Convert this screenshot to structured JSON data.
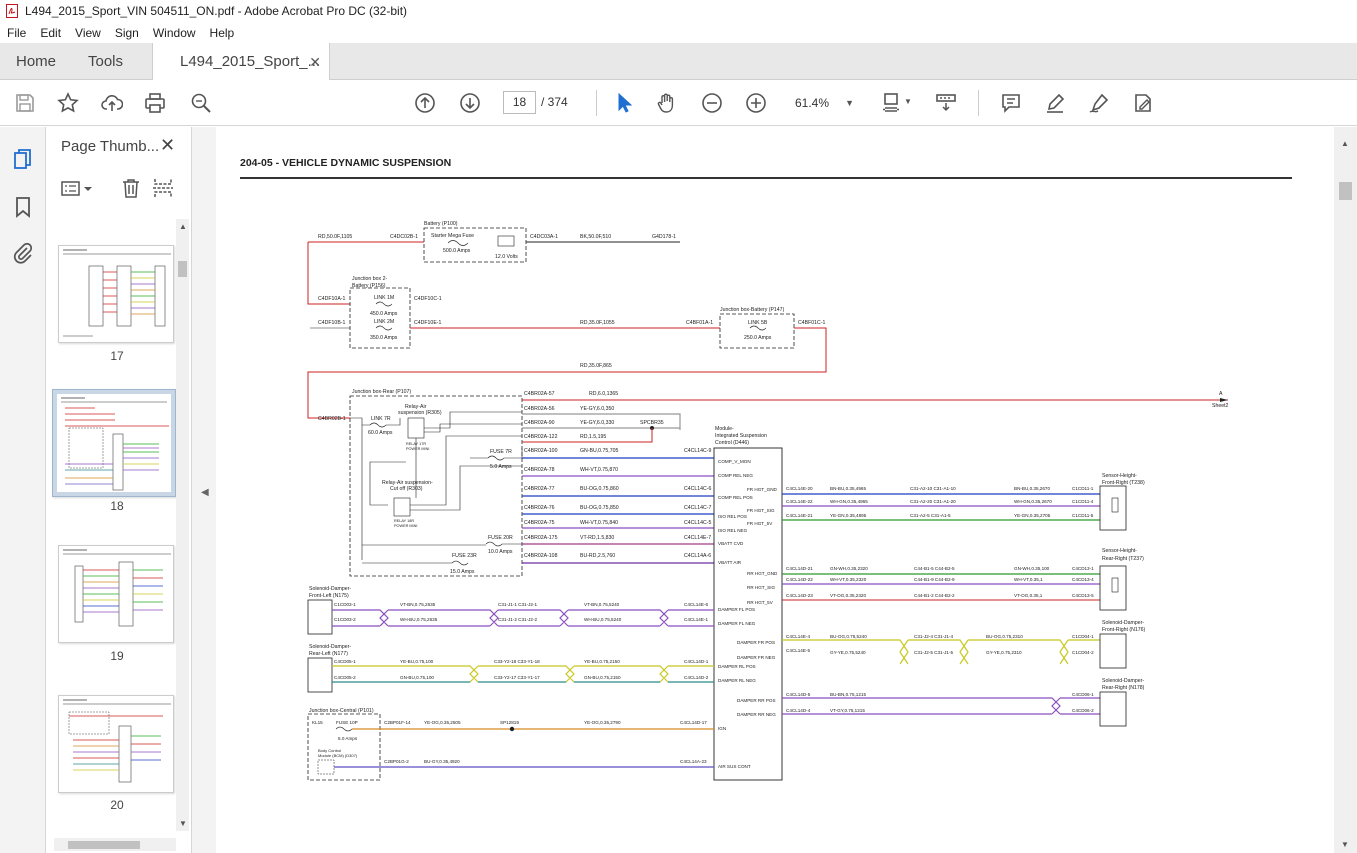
{
  "window": {
    "title": "L494_2015_Sport_VIN 504511_ON.pdf - Adobe Acrobat Pro DC (32-bit)"
  },
  "menu": [
    "File",
    "Edit",
    "View",
    "Sign",
    "Window",
    "Help"
  ],
  "tabs": {
    "home": "Home",
    "tools": "Tools",
    "document": "L494_2015_Sport_...",
    "close_icon": "close-icon"
  },
  "toolbar": {
    "page_current": "18",
    "page_total": "/ 374",
    "zoom": "61.4%"
  },
  "thumbnails": {
    "panel_title": "Page Thumb...",
    "pages": [
      "17",
      "18",
      "19",
      "20"
    ],
    "selected": "18"
  },
  "document": {
    "header": "204-05 - VEHICLE DYNAMIC SUSPENSION",
    "labels": {
      "battery": "Battery (P100)",
      "starter_fuse": "Starter Mega Fuse",
      "amps_500": "500.0 Amps",
      "volts_12": "12.0 Volts",
      "c4dc02b": "C4DC02B-1",
      "c4dc03a": "C4DC03A-1",
      "rd_50_1105": "RD,50.0F,1105",
      "bk_50_510": "BK,50.0F,510",
      "g4d178": "G4D178-1",
      "jb2_battery": "Junction box 2-",
      "jb2_battery_2": "Battery (P156)",
      "link_1m": "LINK 1M",
      "amps_450": "450.0 Amps",
      "link_2m": "LINK 2M",
      "amps_350": "350.0 Amps",
      "c4df10a": "C4DF10A-1",
      "c4df10b": "C4DF10B-1",
      "c4df10c": "C4DF10C-1",
      "c4df10e": "C4DF10E-1",
      "rd_35_1055": "RD,35.0F,1055",
      "c4bf01a": "C4BF01A-1",
      "c4bf01c": "C4BF01C-1",
      "jb_battery": "Junction box-Battery (P147)",
      "link_5b": "LINK 5B",
      "amps_250": "250.0 Amps",
      "rd_35_865": "RD,35.0F,865",
      "jb_rear": "Junction box-Rear (P107)",
      "c4br02b": "C4BR02B-1",
      "link_7r": "LINK 7R",
      "amps_60": "60.0 Amps",
      "relay_air_susp": "Relay-Air",
      "relay_air_susp_2": "suspension (R305)",
      "relay_17r": "RELAY 17R",
      "power_mini": "POWER MINI",
      "fuse_7r": "FUSE 7R",
      "amps_5": "5.0 Amps",
      "relay_cut": "Relay-Air suspension-",
      "relay_cut_2": "Cut off (R303)",
      "relay_18r": "RELAY 18R",
      "fuse_20r": "FUSE 20R",
      "amps_10": "10.0 Amps",
      "fuse_23r": "FUSE 23R",
      "amps_15": "15.0 Amps",
      "module_1": "Module-",
      "module_2": "Integrated Suspension",
      "module_3": "Control (D446)",
      "sheet2": "Sheet2",
      "arrow_a": "A",
      "spcbr35": "SPCBR35",
      "c4br02a_57": "C4BR02A-57",
      "c4br02a_56": "C4BR02A-56",
      "c4br02a_90": "C4BR02A-90",
      "c4br02a_122": "C4BR02A-122",
      "c4br02a_100": "C4BR02A-100",
      "c4br02a_78": "C4BR02A-78",
      "c4br02a_77": "C4BR02A-77",
      "c4br02a_76": "C4BR02A-76",
      "c4br02a_75": "C4BR02A-75",
      "c4br02a_175": "C4BR02A-175",
      "c4br02a_108": "C4BR02A-108",
      "rd_6_1365": "RD,6.0,1365",
      "yegy_6_350": "YE-GY,6.0,350",
      "yegy_6_330": "YE-GY,6.0,330",
      "rd_15_195": "RD,1.5,195",
      "gnbu_075_705": "GN-BU,0.75,705",
      "whvt_075_870": "WH-VT,0.75,870",
      "buog_075_860": "BU-OG,0.75,860",
      "buog_075_850": "BU-OG,0.75,850",
      "whvt_075_840": "WH-VT,0.75,840",
      "vtrd_15_830": "VT-RD,1.5,830",
      "burd_25_760": "BU-RD,2.5,760",
      "c4cl14c_9": "C4CL14C-9",
      "c4cl14c_6": "C4CL14C-6",
      "c4cl14c_7": "C4CL14C-7",
      "c4cl14c_5": "C4CL14C-5",
      "c4cl14e_7": "C4CL14E-7",
      "c4cl14a_6": "C4CL14A-6",
      "p_comp_v_mon": "COMP_V_MON",
      "p_comp_rel_neg": "COMP REL NEG",
      "p_comp_rel_pos": "COMP REL POS",
      "p_iso_rel_pos": "ISO REL POS",
      "p_iso_rel_neg": "ISO REL NEG",
      "p_vbatt_cvd": "VBATT CVD",
      "p_vbatt_air": "VBATT AIR",
      "p_fr_hgt_gnd": "FR HGT_GND",
      "p_fr_hgt_sig": "FR HGT_SIG",
      "p_fr_hgt_5v": "FR HGT_5V",
      "p_rr_hgt_gnd": "RR HGT_GND",
      "p_rr_hgt_sig": "RR HGT_SIG",
      "p_rr_hgt_5v": "RR HGT_5V",
      "p_damper_fl_pos": "DAMPER FL POS",
      "p_damper_fl_neg": "DAMPER FL NEG",
      "p_damper_fr_pos": "DAMPER FR POS",
      "p_damper_fr_neg": "DAMPER FR NEG",
      "p_damper_rl_pos": "DAMPER RL POS",
      "p_damper_rl_neg": "DAMPER RL NEG",
      "p_damper_rr_pos": "DAMPER RR POS",
      "p_damper_rr_neg": "DAMPER RR NEG",
      "p_ign": "IGN",
      "p_air_sus_cont": "AIR SUS CONT",
      "sensor_fr": "Sensor-Height-",
      "sensor_fr_2": "Front-Right (T238)",
      "sensor_rr": "Sensor-Height-",
      "sensor_rr_2": "Rear-Right (T237)",
      "sol_fr": "Solenoid-Damper-",
      "sol_fr_2": "Front-Right (N176)",
      "sol_rr": "Solenoid-Damper-",
      "sol_rr_2": "Rear-Right (N178)",
      "sol_fl": "Solenoid-Damper-",
      "sol_fl_2": "Front-Left (N175)",
      "sol_rl": "Solenoid-Damper-",
      "sol_rl_2": "Rear-Left (N177)",
      "jb_central": "Junction box-Central (P101)",
      "kl15": "KL15",
      "fuse_10p": "FUSE 10P",
      "bcm_1": "Body Control",
      "bcm_2": "Module (BCM) (D307)",
      "sp12819": "SP12819",
      "c2bp01f": "C2BP01F-14",
      "c2bp01g": "C2BP01G-2",
      "yeog_035_2505": "YE-OG,0.35,2505",
      "yeog_035_2790": "YE-OG,0.35,2790",
      "bugy_035_4920": "BU-GY,0.35,4920",
      "c4cl14d_17": "C4CL14D-17",
      "c4cl14a_23": "C4CL14A-23"
    }
  }
}
